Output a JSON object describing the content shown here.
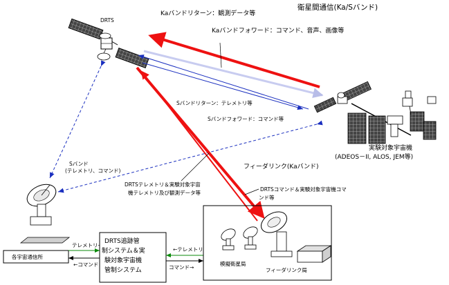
{
  "title": "衛星間通信(Ka/Sバンド)",
  "nodes": {
    "drts": "DRTS",
    "target_spacecraft": "実験対象宇宙機",
    "target_examples": "(ADEOS－II, ALOS, JEM等)",
    "ground_station": "各宇宙通信所",
    "control_system": {
      "line1": "DRTS追跡管",
      "line2": "制システム＆実",
      "line3": "験対象宇宙機",
      "line4": "管制システム"
    },
    "sim_sat_station": "模擬衛星局",
    "feeder_station": "フィーダリンク局"
  },
  "links": {
    "ka_return": "Kaバンドリターン：観測データ等",
    "ka_forward": "Kaバンドフォワード：コマンド、音声、画像等",
    "s_return": "Sバンドリターン：テレメトリ等",
    "s_forward": "Sバンドフォワード：コマンド等",
    "s_band_line1": "Sバンド",
    "s_band_line2": "(テレメトリ、コマンド)",
    "feeder_link": "フィーダリンク(Kaバンド)",
    "drts_telemetry_line1": "DRTSテレメトリ＆実験対象宇宙",
    "drts_telemetry_line2": "機テレメトリ及び観測データ等",
    "drts_command_line1": "DRTSコマンド＆実験対象宇宙機コマ",
    "drts_command_line2": "ンド等",
    "telemetry_arrow_1": "テレメトリ→",
    "command_arrow_1": "←コマンド",
    "telemetry_arrow_2": "←テレメトリ",
    "command_arrow_2": "コマンド→"
  },
  "colors": {
    "ka_arrow": "#ee1111",
    "ka_forward": "#c8ccf0",
    "s_arrow": "#1a2fbf",
    "green": "#0a8a0a",
    "line": "#000000"
  },
  "icons": [
    "satellite-icon",
    "space-station-icon",
    "parabolic-antenna-icon"
  ]
}
